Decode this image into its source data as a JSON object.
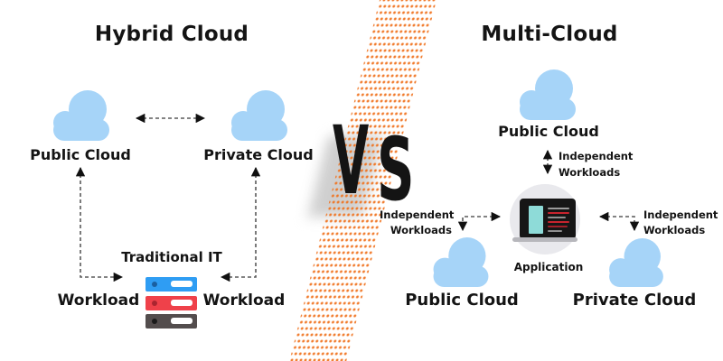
{
  "diagram": {
    "left": {
      "title": "Hybrid Cloud",
      "public_cloud_label": "Public Cloud",
      "private_cloud_label": "Private Cloud",
      "traditional_it_label": "Traditional IT",
      "workload_left_label": "Workload",
      "workload_right_label": "Workload"
    },
    "divider": {
      "v": "V",
      "s": "S"
    },
    "right": {
      "title": "Multi-Cloud",
      "top_cloud_label": "Public Cloud",
      "application_label": "Application",
      "bottom_left_cloud_label": "Public Cloud",
      "bottom_right_cloud_label": "Private Cloud",
      "connector_top": {
        "line1": "Independent",
        "line2": "Workloads"
      },
      "connector_left": {
        "line1": "Independent",
        "line2": "Workloads"
      },
      "connector_right": {
        "line1": "Independent",
        "line2": "Workloads"
      }
    },
    "icons": {
      "cloud": "cloud-icon",
      "servers": "server-stack-icon",
      "application": "laptop-icon",
      "arrows": "dashed-arrow"
    },
    "colors": {
      "text": "#141414",
      "cloud_fill": "#a6d4f8",
      "dot_orange": "#f0731f",
      "server_blue": "#2f9df3",
      "server_red": "#ef414a",
      "server_gray": "#534d4d",
      "laptop_screen": "#161616",
      "laptop_teal": "#8edbd8",
      "laptop_line_red": "#c8242e",
      "app_circle_bg": "#e9e9ed",
      "dash_gray": "#5a5a5a"
    }
  }
}
